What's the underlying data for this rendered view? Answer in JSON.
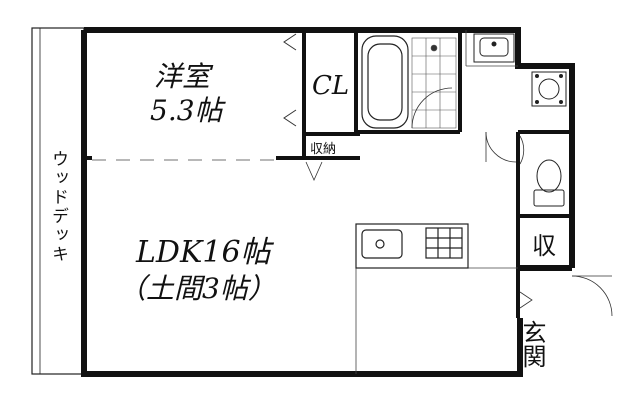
{
  "floorplan": {
    "rooms": {
      "western_room_name": "洋室",
      "western_room_size": "5.3帖",
      "closet": "CL",
      "storage_small": "収納",
      "ldk_name": "LDK16帖",
      "ldk_sub": "（土間3帖）",
      "storage": "収",
      "entrance": "玄関",
      "wood_deck": "ウッドデッキ"
    }
  }
}
